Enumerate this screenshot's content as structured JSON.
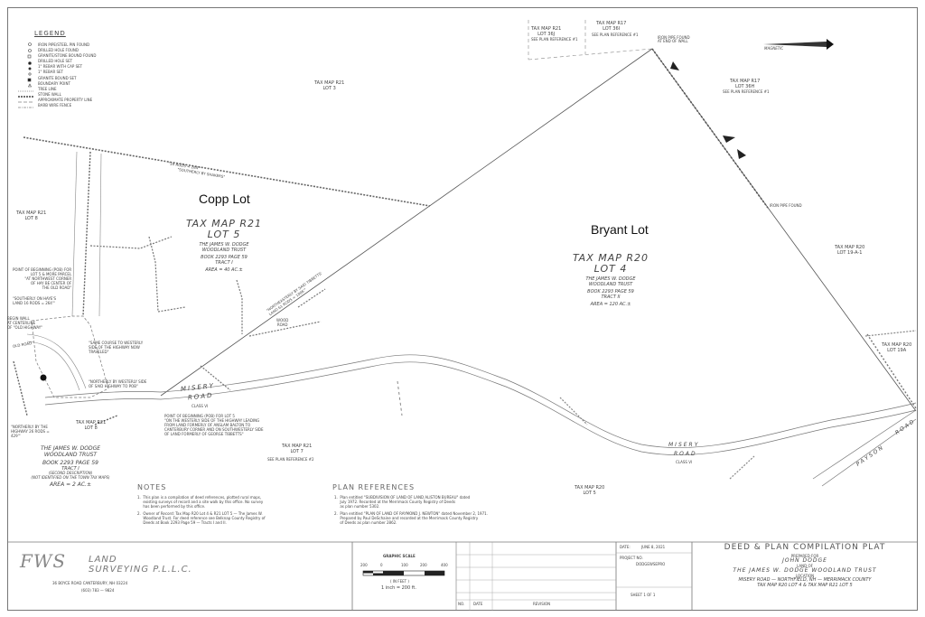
{
  "legend": {
    "title": "LEGEND",
    "items": [
      "IRON PIPE/STEEL PIN FOUND",
      "DRILLED HOLE FOUND",
      "GRANITE/STONE BOUND FOUND",
      "DRILLED HOLE SET",
      "1\" REBAR WITH CAP SET",
      "1\" REBAR SET",
      "GRANITE BOUND SET",
      "BOUNDARY POINT",
      "TREE LINE",
      "STONE WALL",
      "APPROXIMATE PROPERTY LINE",
      "BARB WIRE FENCE"
    ]
  },
  "parcel_labels": {
    "copp_lot": "Copp Lot",
    "bryant_lot": "Bryant Lot"
  },
  "lot5": {
    "line1": "TAX MAP R21",
    "line2": "LOT 5",
    "owner": "THE JAMES W. DODGE",
    "trust": "WOODLAND TRUST",
    "book": "BOOK 2293 PAGE 59",
    "tract": "TRACT I",
    "area": "AREA = 40 AC.±"
  },
  "lot4": {
    "line1": "TAX MAP R20",
    "line2": "LOT 4",
    "owner": "THE JAMES W. DODGE",
    "trust": "WOODLAND TRUST",
    "book": "BOOK 2293 PAGE 59",
    "tract": "TRACT II",
    "area": "AREA = 120 AC.±"
  },
  "lot8": {
    "owner": "THE JAMES W. DODGE",
    "trust": "WOODLAND TRUST",
    "book": "BOOK 2293 PAGE 59",
    "tract": "TRACT I",
    "desc": "(SECOND DESCRIPTION)",
    "note": "(NOT IDENTIFIED ON THE TOWN TAX MAPS)",
    "area": "AREA = 2 AC.±"
  },
  "abutters": {
    "r21_36j": "TAX MAP R21\nLOT 36J",
    "r21_36j_ref": "SEE PLAN REFERENCE #1",
    "r17_36i": "TAX MAP R17\nLOT 36I",
    "r17_36i_ref": "SEE PLAN REFERENCE #1",
    "r17_36h": "TAX MAP R17\nLOT 36H",
    "r17_36h_ref": "SEE PLAN REFERENCE #1",
    "r21_3": "TAX MAP R21\nLOT 3",
    "r21_8": "TAX MAP R21\nLOT 8",
    "r20_19": "TAX MAP R20\nLOT 19-A-1",
    "r20_19a": "TAX MAP R20\nLOT 19A",
    "r21_8b": "TAX MAP R21\nLOT 8",
    "r21_7": "TAX MAP R21\nLOT 7",
    "r21_7_ref": "SEE PLAN REFERENCE #2",
    "r20_5": "TAX MAP R20\nLOT 5"
  },
  "roads": {
    "misery1": "MISERY",
    "misery1b": "ROAD",
    "misery_class": "CLASS VI",
    "misery2": "MISERY",
    "misery2b": "ROAD",
    "misery2_class": "CLASS VI",
    "payson": "PAYSON",
    "payson_b": "ROAD",
    "old_road": "OLD ROAD"
  },
  "annotations": {
    "rods": "\"16 RODS = 264'\"",
    "southerly": "\"SOUTHERLY BY SHAKERS\"",
    "iron_pipe": "IRON PIPE FOUND",
    "iron_pipe2": "IRON PIPE FOUND\nAT END OF WALL",
    "pob1": "POINT OF BEGINNING (POB) FOR\nLOT 5 & MORE PARCEL\n\"AT NORTHWEST CORNER\nOF HAY BE CENTER OF\nTHE OLD ROAD\"",
    "southerly_hayes": "\"SOUTHERLY ON HAYE'S\nLAND 16 RODS = 264'\"",
    "beginning": "BEGIN WALL\nAT CENTERLINE\nOF \"OLD HIGHWAY\"",
    "same_course": "\"SAME COURSE TO WESTERLY\nSIDE OF THE HIGHWAY NOW\nTRAVELED\"",
    "northerly": "\"NORTHERLY BY WESTERLY SIDE\nOF SAID HIGHWAY TO POB\"",
    "northerly_hwy": "\"NORTHERLY BY THE\nHIGHWAY 26 RODS =\n429'\"",
    "pob2": "POINT OF BEGINNING (POB) FOR LOT 5\n\"ON THE WESTERLY SIDE OF THE HIGHWAY LEADING\nFROM LAND FORMERLY OF ANSLAM BALTON TO\nCANTERBURY CORNER AND ON SOUTHWESTERLY SIDE\nOF LAND FORMERLY OF GEORGE TIBBETTS\"",
    "wood_road": "WOOD\nROAD",
    "northeasterly": "\"NORTHEASTERLY BY SAID TIBBETTS'\nLAND 61 RODS = 1006'\""
  },
  "notes": {
    "title": "NOTES",
    "n1": "1.  This plan is a compilation of deed references, plotted rural maps,\n     existing surveys of record and a site walk by this office. No survey\n     has been performed by this office.",
    "n2": "2.  Owner of Record: Tax Map R20 Lot 4 & R21 LOT 5 — The James W.\n     Woodland Trust. For deed reference see Belknap County Registry of\n     Deeds at Book 2293 Page 59 — Tracts I and II."
  },
  "plan_refs": {
    "title": "PLAN REFERENCES",
    "r1": "1.  Plan entitled \"SUBDIVISION OF LAND OF LAND ALISTON BUREAU\" dated\n     July 1972. Recorded at the Merrimack County Registry of Deeds\n     as plan number 5302.",
    "r2": "2.  Plan entitled \"PLAN OF LAND OF RAYMOND J. NEWTON\" dated November 2, 1971.\n     Prepared by Paul DeSchaine and recorded at the Merrimack County Registry\n     of Deeds as plan number 2862."
  },
  "title_block": {
    "company_logo": "FWS",
    "company_name": "LAND\nSURVEYING P.L.L.C.",
    "address": "36 BOYCE ROAD   CANTERBURY, NH   03224",
    "phone": "(603) 783 — 9824",
    "scale_title": "GRAPHIC SCALE",
    "scale_ticks": [
      "200",
      "0",
      "100",
      "200",
      "400"
    ],
    "scale_unit": "( IN FEET )",
    "scale_ratio": "1 inch = 200 ft.",
    "date_label": "DATE:",
    "date_value": "JUNE 8, 2021",
    "project_label": "PROJECT NO.",
    "project_value": "DODGEWSEPRO",
    "sheet": "SHEET 1 OF 1",
    "rev_no": "NO.",
    "rev_date": "DATE",
    "rev_desc": "REVISION",
    "main_title": "DEED & PLAN COMPILATION PLAT",
    "prepared_for": "PREPARED FOR",
    "client": "JOHN DODGE",
    "land_of": "LAND OF",
    "trust": "THE JAMES W. DODGE WOODLAND TRUST",
    "location_label": "LOCATION",
    "location": "MISERY ROAD — NORTHFIELD, NH — MERRIMACK COUNTY",
    "parcels": "TAX MAP R20 LOT 4 & TAX MAP R21 LOT 5"
  },
  "north_arrow": {
    "label": "MAGNETIC"
  }
}
